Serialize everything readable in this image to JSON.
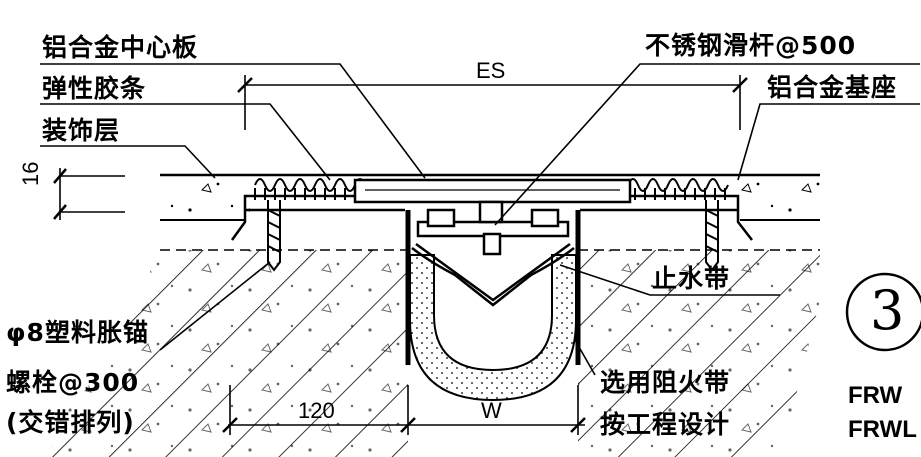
{
  "labels": {
    "center_plate": "铝合金中心板",
    "rubber_strip": "弹性胶条",
    "finish_layer": "装饰层",
    "slide_bar": "不锈钢滑杆@500",
    "base": "铝合金基座",
    "waterstop": "止水带",
    "anchor_line1": "φ8塑料胀锚",
    "anchor_line2": "螺栓@300",
    "anchor_line3": "(交错排列)",
    "firestop_line1": "选用阻火带",
    "firestop_line2": "按工程设计"
  },
  "dimensions": {
    "es": "ES",
    "thickness": "16",
    "edge": "120",
    "width": "W"
  },
  "detail": {
    "number": "3",
    "code1": "FRW",
    "code2": "FRWL"
  }
}
